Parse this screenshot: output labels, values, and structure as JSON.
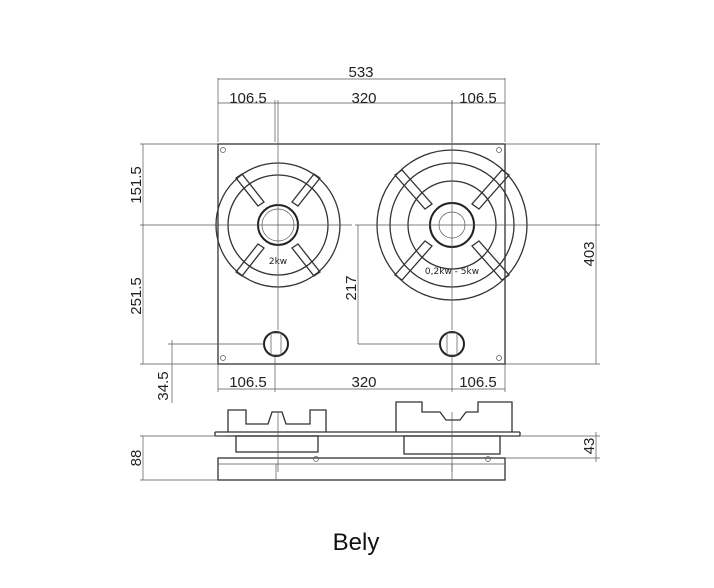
{
  "dimensions": {
    "overall_width": "533",
    "top_left_offset": "106.5",
    "top_center_span": "320",
    "top_right_offset": "106.5",
    "bottom_left_offset": "106.5",
    "bottom_center_span": "320",
    "bottom_right_offset": "106.5",
    "left_upper": "151.5",
    "left_lower": "251.5",
    "left_bottom_margin": "34.5",
    "overall_depth": "403",
    "large_burner_offset": "217",
    "side_height": "88",
    "side_right_height": "43"
  },
  "burners": {
    "small_label": "2kw",
    "large_label": "0,2kw - 5kw"
  },
  "caption": "Bely"
}
